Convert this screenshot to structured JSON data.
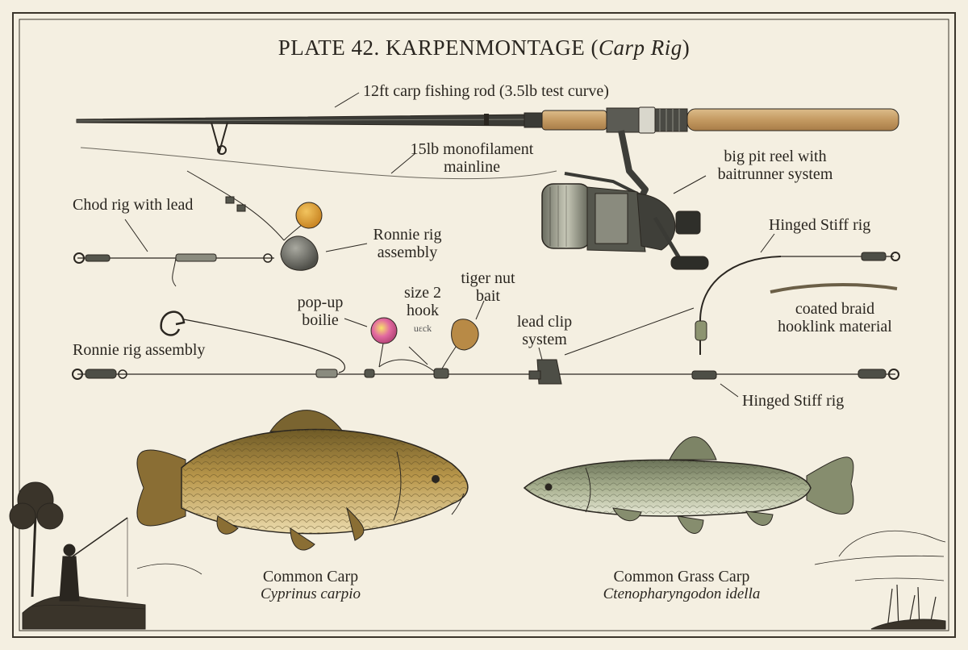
{
  "title": {
    "main": "PLATE 42.  KARPENMONTAGE (",
    "italic": "Carp Rig",
    "close": ")"
  },
  "labels": {
    "rod": "12ft carp fishing rod (3.5lb test curve)",
    "mainline_1": "15lb monofilament",
    "mainline_2": "mainline",
    "reel_1": "big pit reel with",
    "reel_2": "baitrunner system",
    "chod": "Chod rig with lead",
    "ronnie_top_1": "Ronnie rig",
    "ronnie_top_2": "assembly",
    "hinged_top": "Hinged Stiff rig",
    "tiger_1": "tiger nut",
    "tiger_2": "bait",
    "hook_1": "size 2",
    "hook_2": "hook",
    "hook_3": "uεck",
    "popup_1": "pop-up",
    "popup_2": "boilie",
    "leadclip_1": "lead clip",
    "leadclip_2": "system",
    "braid_1": "coated braid",
    "braid_2": "hooklink material",
    "ronnie_left": "Ronnie rig assembly",
    "hinged_bottom": "Hinged Stiff rig"
  },
  "species": [
    {
      "common": "Common Carp",
      "scientific": "Cyprinus carpio"
    },
    {
      "common": "Common Grass Carp",
      "scientific": "Ctenopharyngodon idella"
    }
  ],
  "colors": {
    "paper": "#f4efe1",
    "ink": "#2a2620",
    "cork": "#c9a574",
    "carp_body": "#a8873f",
    "grass_carp_body": "#9fa684",
    "boilie_orange": "#e0a23a"
  }
}
